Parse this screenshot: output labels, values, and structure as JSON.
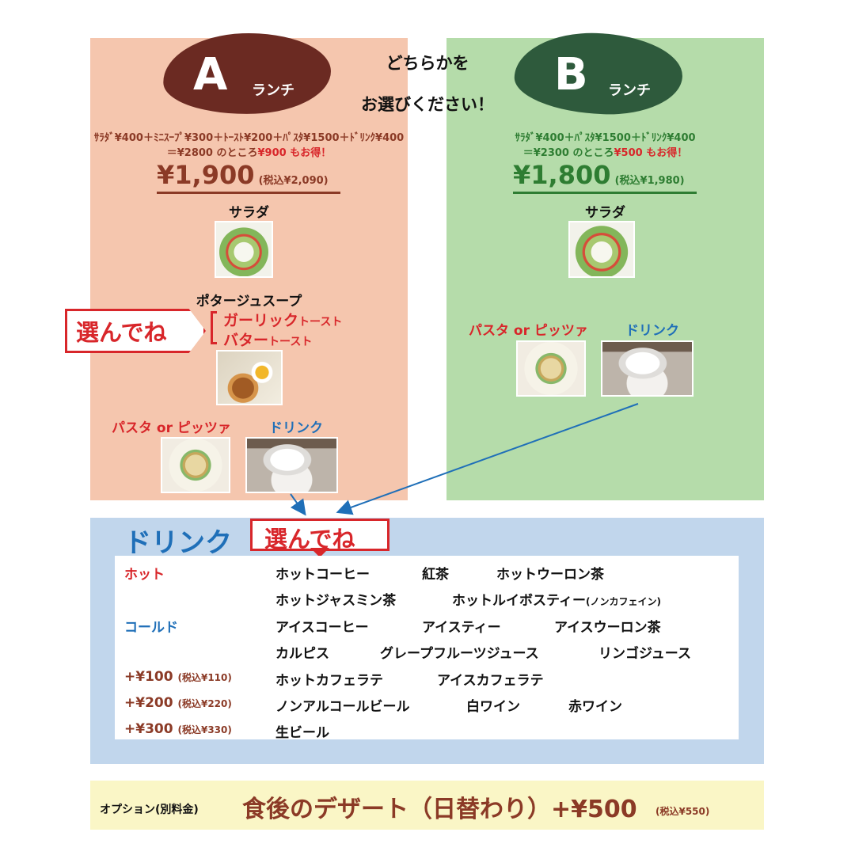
{
  "header": {
    "line1": "どちらかを",
    "line2": "お選びください！"
  },
  "lunch_a": {
    "letter": "A",
    "word": "ランチ",
    "breakdown": "ｻﾗﾀﾞ¥400＋ﾐﾆｽｰﾌﾟ¥300＋ﾄｰｽﾄ¥200＋ﾊﾟｽﾀ¥1500＋ﾄﾞﾘﾝｸ¥400",
    "saving_prefix": "＝¥2800 のところ",
    "saving_amount": "¥900 もお得！",
    "price": "¥1,900",
    "tax": "(税込¥2,090)",
    "salad": "サラダ",
    "soup": "ポタージュスープ",
    "choose": "選んでね",
    "option1_main": "ガーリック",
    "option1_sub": "トースト",
    "option2_main": "バター",
    "option2_sub": "トースト",
    "pasta": "パスタ or ピッツァ",
    "drink": "ドリンク"
  },
  "lunch_b": {
    "letter": "B",
    "word": "ランチ",
    "breakdown": "ｻﾗﾀﾞ¥400＋ﾊﾟｽﾀ¥1500＋ﾄﾞﾘﾝｸ¥400",
    "saving_prefix": "＝¥2300 のところ",
    "saving_amount": "¥500 もお得！",
    "price": "¥1,800",
    "tax": "(税込¥1,980)",
    "salad": "サラダ",
    "pasta": "パスタ or ピッツァ",
    "drink": "ドリンク"
  },
  "drinks": {
    "title": "ドリンク",
    "choose": "選んでね",
    "rows": [
      {
        "category": "ホット",
        "items": [
          "ホットコーヒー",
          "紅茶",
          "ホットウーロン茶"
        ]
      },
      {
        "category": "",
        "items": [
          "ホットジャスミン茶",
          "ホットルイボスティー"
        ],
        "note": "(ノンカフェイン)"
      },
      {
        "category": "コールド",
        "items": [
          "アイスコーヒー",
          "アイスティー",
          "アイスウーロン茶"
        ]
      },
      {
        "category": "",
        "items": [
          "カルピス",
          "グレープフルーツジュース",
          "リンゴジュース"
        ]
      },
      {
        "category": "+¥100",
        "category_tax": "(税込¥110)",
        "items": [
          "ホットカフェラテ",
          "アイスカフェラテ"
        ]
      },
      {
        "category": "+¥200",
        "category_tax": "(税込¥220)",
        "items": [
          "ノンアルコールビール",
          "白ワイン",
          "赤ワイン"
        ]
      },
      {
        "category": "+¥300",
        "category_tax": "(税込¥330)",
        "items": [
          "生ビール"
        ]
      }
    ]
  },
  "dessert": {
    "option_label": "オプション(別料金)",
    "main": "食後のデザート（日替わり）+¥500",
    "tax": "(税込¥550)"
  },
  "colors": {
    "panel_a": "#f5c6ae",
    "panel_b": "#b5dcaa",
    "accent_red": "#d8262a",
    "accent_blue": "#1f6fb8",
    "brown": "#8b3a26"
  }
}
